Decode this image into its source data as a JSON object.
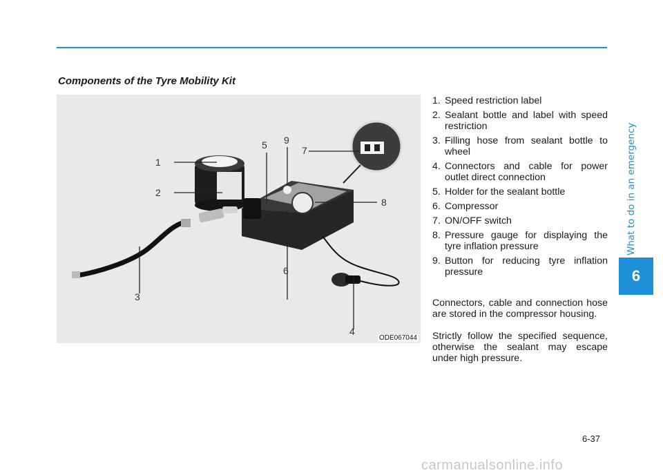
{
  "section_title": "Components of the Tyre Mobility Kit",
  "figure": {
    "code": "ODE067044",
    "callouts": [
      "1",
      "2",
      "3",
      "4",
      "5",
      "6",
      "7",
      "8",
      "9"
    ]
  },
  "list": [
    {
      "num": "1.",
      "text": "Speed restriction label"
    },
    {
      "num": "2.",
      "text": "Sealant bottle and label with speed restriction"
    },
    {
      "num": "3.",
      "text": "Filling hose from sealant bottle to wheel"
    },
    {
      "num": "4.",
      "text": "Connectors and cable for power outlet direct connection"
    },
    {
      "num": "5.",
      "text": "Holder for the sealant bottle"
    },
    {
      "num": "6.",
      "text": "Compressor"
    },
    {
      "num": "7.",
      "text": "ON/OFF switch"
    },
    {
      "num": "8.",
      "text": "Pressure gauge for displaying the tyre inflation pressure"
    },
    {
      "num": "9.",
      "text": "Button for reducing tyre inflation pressure"
    }
  ],
  "note_storage": "Connectors, cable and connection hose are stored in the compressor housing.",
  "note_sequence": "Strictly follow the specified sequence, otherwise the sealant may escape under high pressure.",
  "side_tab": {
    "chapter_label": "What to do in an emergency",
    "chapter_number": "6"
  },
  "page_number": "6-37",
  "watermark": "carmanualsonline.info",
  "colors": {
    "accent": "#1c8fd8",
    "text": "#1a1a1a",
    "figure_bg": "#e9e9e7"
  }
}
